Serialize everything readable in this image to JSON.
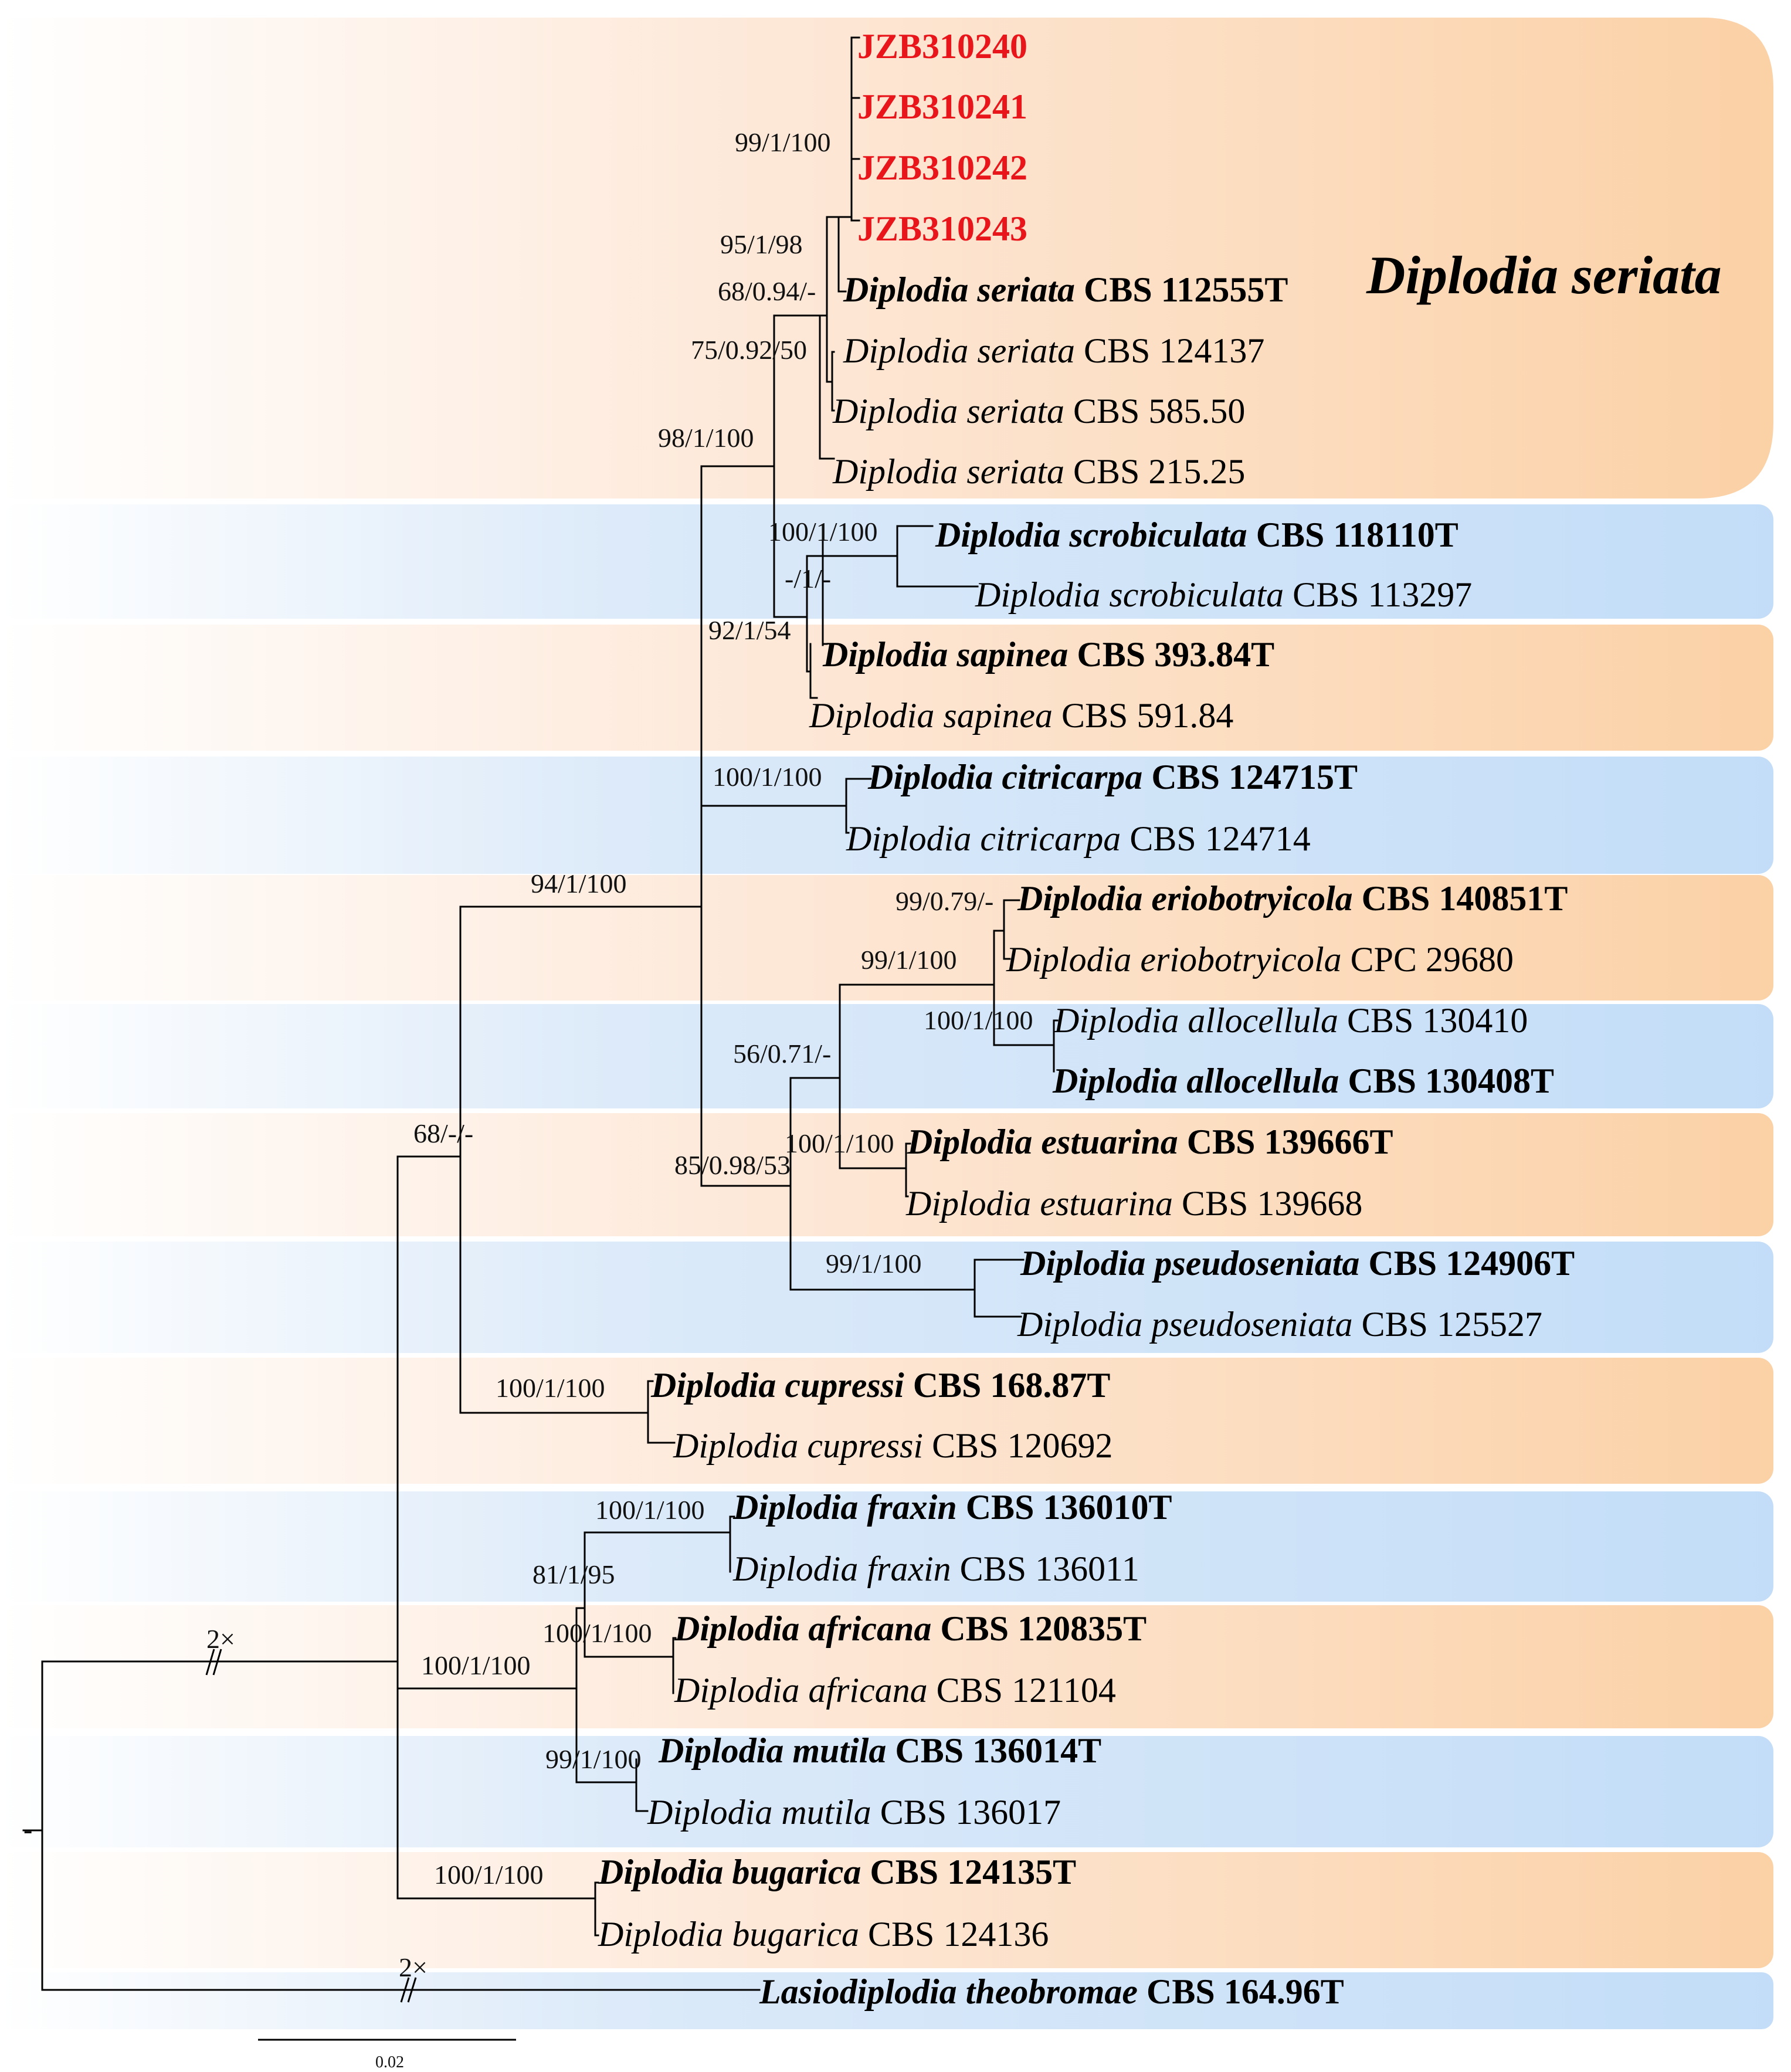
{
  "clade_title": "Diplodia seriata",
  "scale_bar_label": "0.02",
  "break_marks": [
    {
      "id": "break-top",
      "label": "2×"
    },
    {
      "id": "break-bottom",
      "label": "2×"
    }
  ],
  "root_support": "-",
  "colors": {
    "new_isolate": "#e8151b",
    "band_orange": "#fbd3ac",
    "band_blue": "#c7dff8",
    "branch": "#000000"
  },
  "tips": [
    {
      "id": "t1",
      "species": "",
      "strain": "JZB310240",
      "bold": true,
      "new_isolate": true
    },
    {
      "id": "t2",
      "species": "",
      "strain": "JZB310241",
      "bold": true,
      "new_isolate": true
    },
    {
      "id": "t3",
      "species": "",
      "strain": "JZB310242",
      "bold": true,
      "new_isolate": true
    },
    {
      "id": "t4",
      "species": "",
      "strain": "JZB310243",
      "bold": true,
      "new_isolate": true
    },
    {
      "id": "t5",
      "species": "Diplodia seriata",
      "strain": "CBS 112555T",
      "bold": true
    },
    {
      "id": "t6",
      "species": "Diplodia seriata",
      "strain": "CBS 124137",
      "bold": false
    },
    {
      "id": "t7",
      "species": "Diplodia seriata",
      "strain": "CBS 585.50",
      "bold": false
    },
    {
      "id": "t8",
      "species": "Diplodia seriata",
      "strain": "CBS 215.25",
      "bold": false
    },
    {
      "id": "t9",
      "species": "Diplodia scrobiculata",
      "strain": "CBS 118110T",
      "bold": true
    },
    {
      "id": "t10",
      "species": "Diplodia scrobiculata",
      "strain": "CBS 113297",
      "bold": false
    },
    {
      "id": "t11",
      "species": "Diplodia sapinea",
      "strain": "CBS 393.84T",
      "bold": true
    },
    {
      "id": "t12",
      "species": "Diplodia sapinea",
      "strain": "CBS 591.84",
      "bold": false
    },
    {
      "id": "t13",
      "species": "Diplodia citricarpa",
      "strain": "CBS 124715T",
      "bold": true
    },
    {
      "id": "t14",
      "species": "Diplodia citricarpa",
      "strain": "CBS 124714",
      "bold": false
    },
    {
      "id": "t15",
      "species": "Diplodia eriobotryicola",
      "strain": "CBS 140851T",
      "bold": true
    },
    {
      "id": "t16",
      "species": "Diplodia eriobotryicola",
      "strain": "CPC 29680",
      "bold": false
    },
    {
      "id": "t17",
      "species": "Diplodia allocellula",
      "strain": "CBS 130410",
      "bold": false
    },
    {
      "id": "t18",
      "species": "Diplodia allocellula",
      "strain": "CBS 130408T",
      "bold": true
    },
    {
      "id": "t19",
      "species": "Diplodia estuarina",
      "strain": "CBS 139666T",
      "bold": true
    },
    {
      "id": "t20",
      "species": "Diplodia estuarina",
      "strain": "CBS 139668",
      "bold": false
    },
    {
      "id": "t21",
      "species": "Diplodia pseudoseniata",
      "strain": "CBS 124906T",
      "bold": true
    },
    {
      "id": "t22",
      "species": "Diplodia pseudoseniata",
      "strain": "CBS 125527",
      "bold": false
    },
    {
      "id": "t23",
      "species": "Diplodia cupressi",
      "strain": "CBS 168.87T",
      "bold": true
    },
    {
      "id": "t24",
      "species": "Diplodia cupressi",
      "strain": "CBS 120692",
      "bold": false
    },
    {
      "id": "t25",
      "species": "Diplodia fraxin",
      "strain": "CBS 136010T",
      "bold": true
    },
    {
      "id": "t26",
      "species": "Diplodia fraxin",
      "strain": "CBS 136011",
      "bold": false
    },
    {
      "id": "t27",
      "species": "Diplodia africana",
      "strain": "CBS 120835T",
      "bold": true
    },
    {
      "id": "t28",
      "species": "Diplodia africana",
      "strain": "CBS 121104",
      "bold": false
    },
    {
      "id": "t29",
      "species": "Diplodia mutila",
      "strain": "CBS 136014T",
      "bold": true
    },
    {
      "id": "t30",
      "species": "Diplodia mutila",
      "strain": "CBS 136017",
      "bold": false
    },
    {
      "id": "t31",
      "species": "Diplodia bugarica",
      "strain": "CBS 124135T",
      "bold": true
    },
    {
      "id": "t32",
      "species": "Diplodia bugarica",
      "strain": "CBS 124136",
      "bold": false
    },
    {
      "id": "t33",
      "species": "Lasiodiplodia theobromae",
      "strain": "CBS 164.96T",
      "bold": true
    }
  ],
  "supports": [
    {
      "id": "s1",
      "text": "99/1/100"
    },
    {
      "id": "s2",
      "text": "95/1/98"
    },
    {
      "id": "s3",
      "text": "68/0.94/-"
    },
    {
      "id": "s4",
      "text": "75/0.92/50"
    },
    {
      "id": "s5",
      "text": "98/1/100"
    },
    {
      "id": "s6",
      "text": "100/1/100"
    },
    {
      "id": "s7",
      "text": "-/1/-"
    },
    {
      "id": "s8",
      "text": "92/1/54"
    },
    {
      "id": "s9",
      "text": "100/1/100"
    },
    {
      "id": "s10",
      "text": "94/1/100"
    },
    {
      "id": "s11",
      "text": "99/0.79/-"
    },
    {
      "id": "s12",
      "text": "99/1/100"
    },
    {
      "id": "s13",
      "text": "100/1/100"
    },
    {
      "id": "s14",
      "text": "56/0.71/-"
    },
    {
      "id": "s15",
      "text": "100/1/100"
    },
    {
      "id": "s16",
      "text": "85/0.98/53"
    },
    {
      "id": "s17",
      "text": "99/1/100"
    },
    {
      "id": "s18",
      "text": "68/-/-"
    },
    {
      "id": "s19",
      "text": "100/1/100"
    },
    {
      "id": "s20",
      "text": "100/1/100"
    },
    {
      "id": "s21",
      "text": "81/1/95"
    },
    {
      "id": "s22",
      "text": "100/1/100"
    },
    {
      "id": "s23",
      "text": "100/1/100"
    },
    {
      "id": "s24",
      "text": "99/1/100"
    },
    {
      "id": "s25",
      "text": "100/1/100"
    }
  ]
}
